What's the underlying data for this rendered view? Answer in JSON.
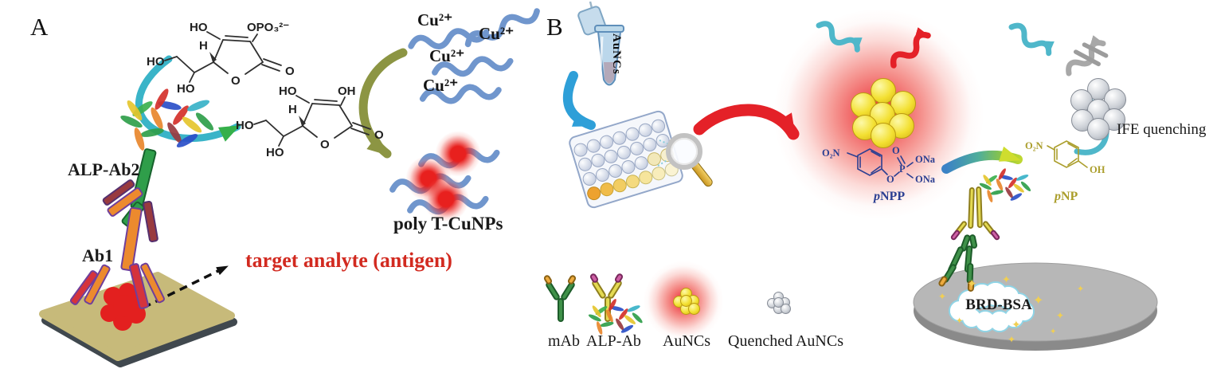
{
  "figure": {
    "panelA_label": "A",
    "panelB_label": "B"
  },
  "panelA": {
    "alp_ab2": "ALP-Ab2",
    "ab1": "Ab1",
    "target": "target analyte (antigen)",
    "poly_t": "poly T-CuNPs",
    "cu_labels": [
      "Cu²⁺",
      "Cu²⁺",
      "Cu²⁺",
      "Cu²⁺"
    ],
    "struct1": {
      "ho_top": "HO",
      "opo": "OPO₃²⁻",
      "h": "H",
      "ho_left": "HO",
      "ho_bottom": "HO",
      "ring_o": "O",
      "carbonyl_o": "O"
    },
    "struct2": {
      "ho_top": "HO",
      "oh_top": "OH",
      "h": "H",
      "ho_left": "HO",
      "ho_bottom": "HO",
      "ring_o": "O",
      "carbonyl_o": "O"
    }
  },
  "panelB": {
    "tube_label": "AuNCs",
    "ife_label": "IFE quenching",
    "brd_bsa": "BRD-BSA",
    "pnpp": {
      "o2n": "O₂N",
      "o_double": "O",
      "p": "P",
      "ona_top": "ONa",
      "ona_bottom": "ONa",
      "o_bridge": "O",
      "name_p": "p",
      "name_rest": "NPP"
    },
    "pnp": {
      "o2n": "O₂N",
      "oh": "OH",
      "name_p": "p",
      "name_rest": "NP"
    },
    "legend": {
      "mab": "mAb",
      "alp_ab": "ALP-Ab",
      "auncs": "AuNCs",
      "quenched": "Quenched AuNCs"
    }
  },
  "icons": {
    "star": "✦"
  },
  "colors": {
    "target_red": "#d22a20",
    "pnpp_blue": "#2b3f92",
    "pnp_olive": "#ab9e2c",
    "cyan_arrow": "#4fb7ca",
    "red_arrow": "#e42128",
    "olive_arrow": "#8c9543",
    "strand_blue": "#7096cd",
    "teal_arrow": "#3ab4c8"
  }
}
